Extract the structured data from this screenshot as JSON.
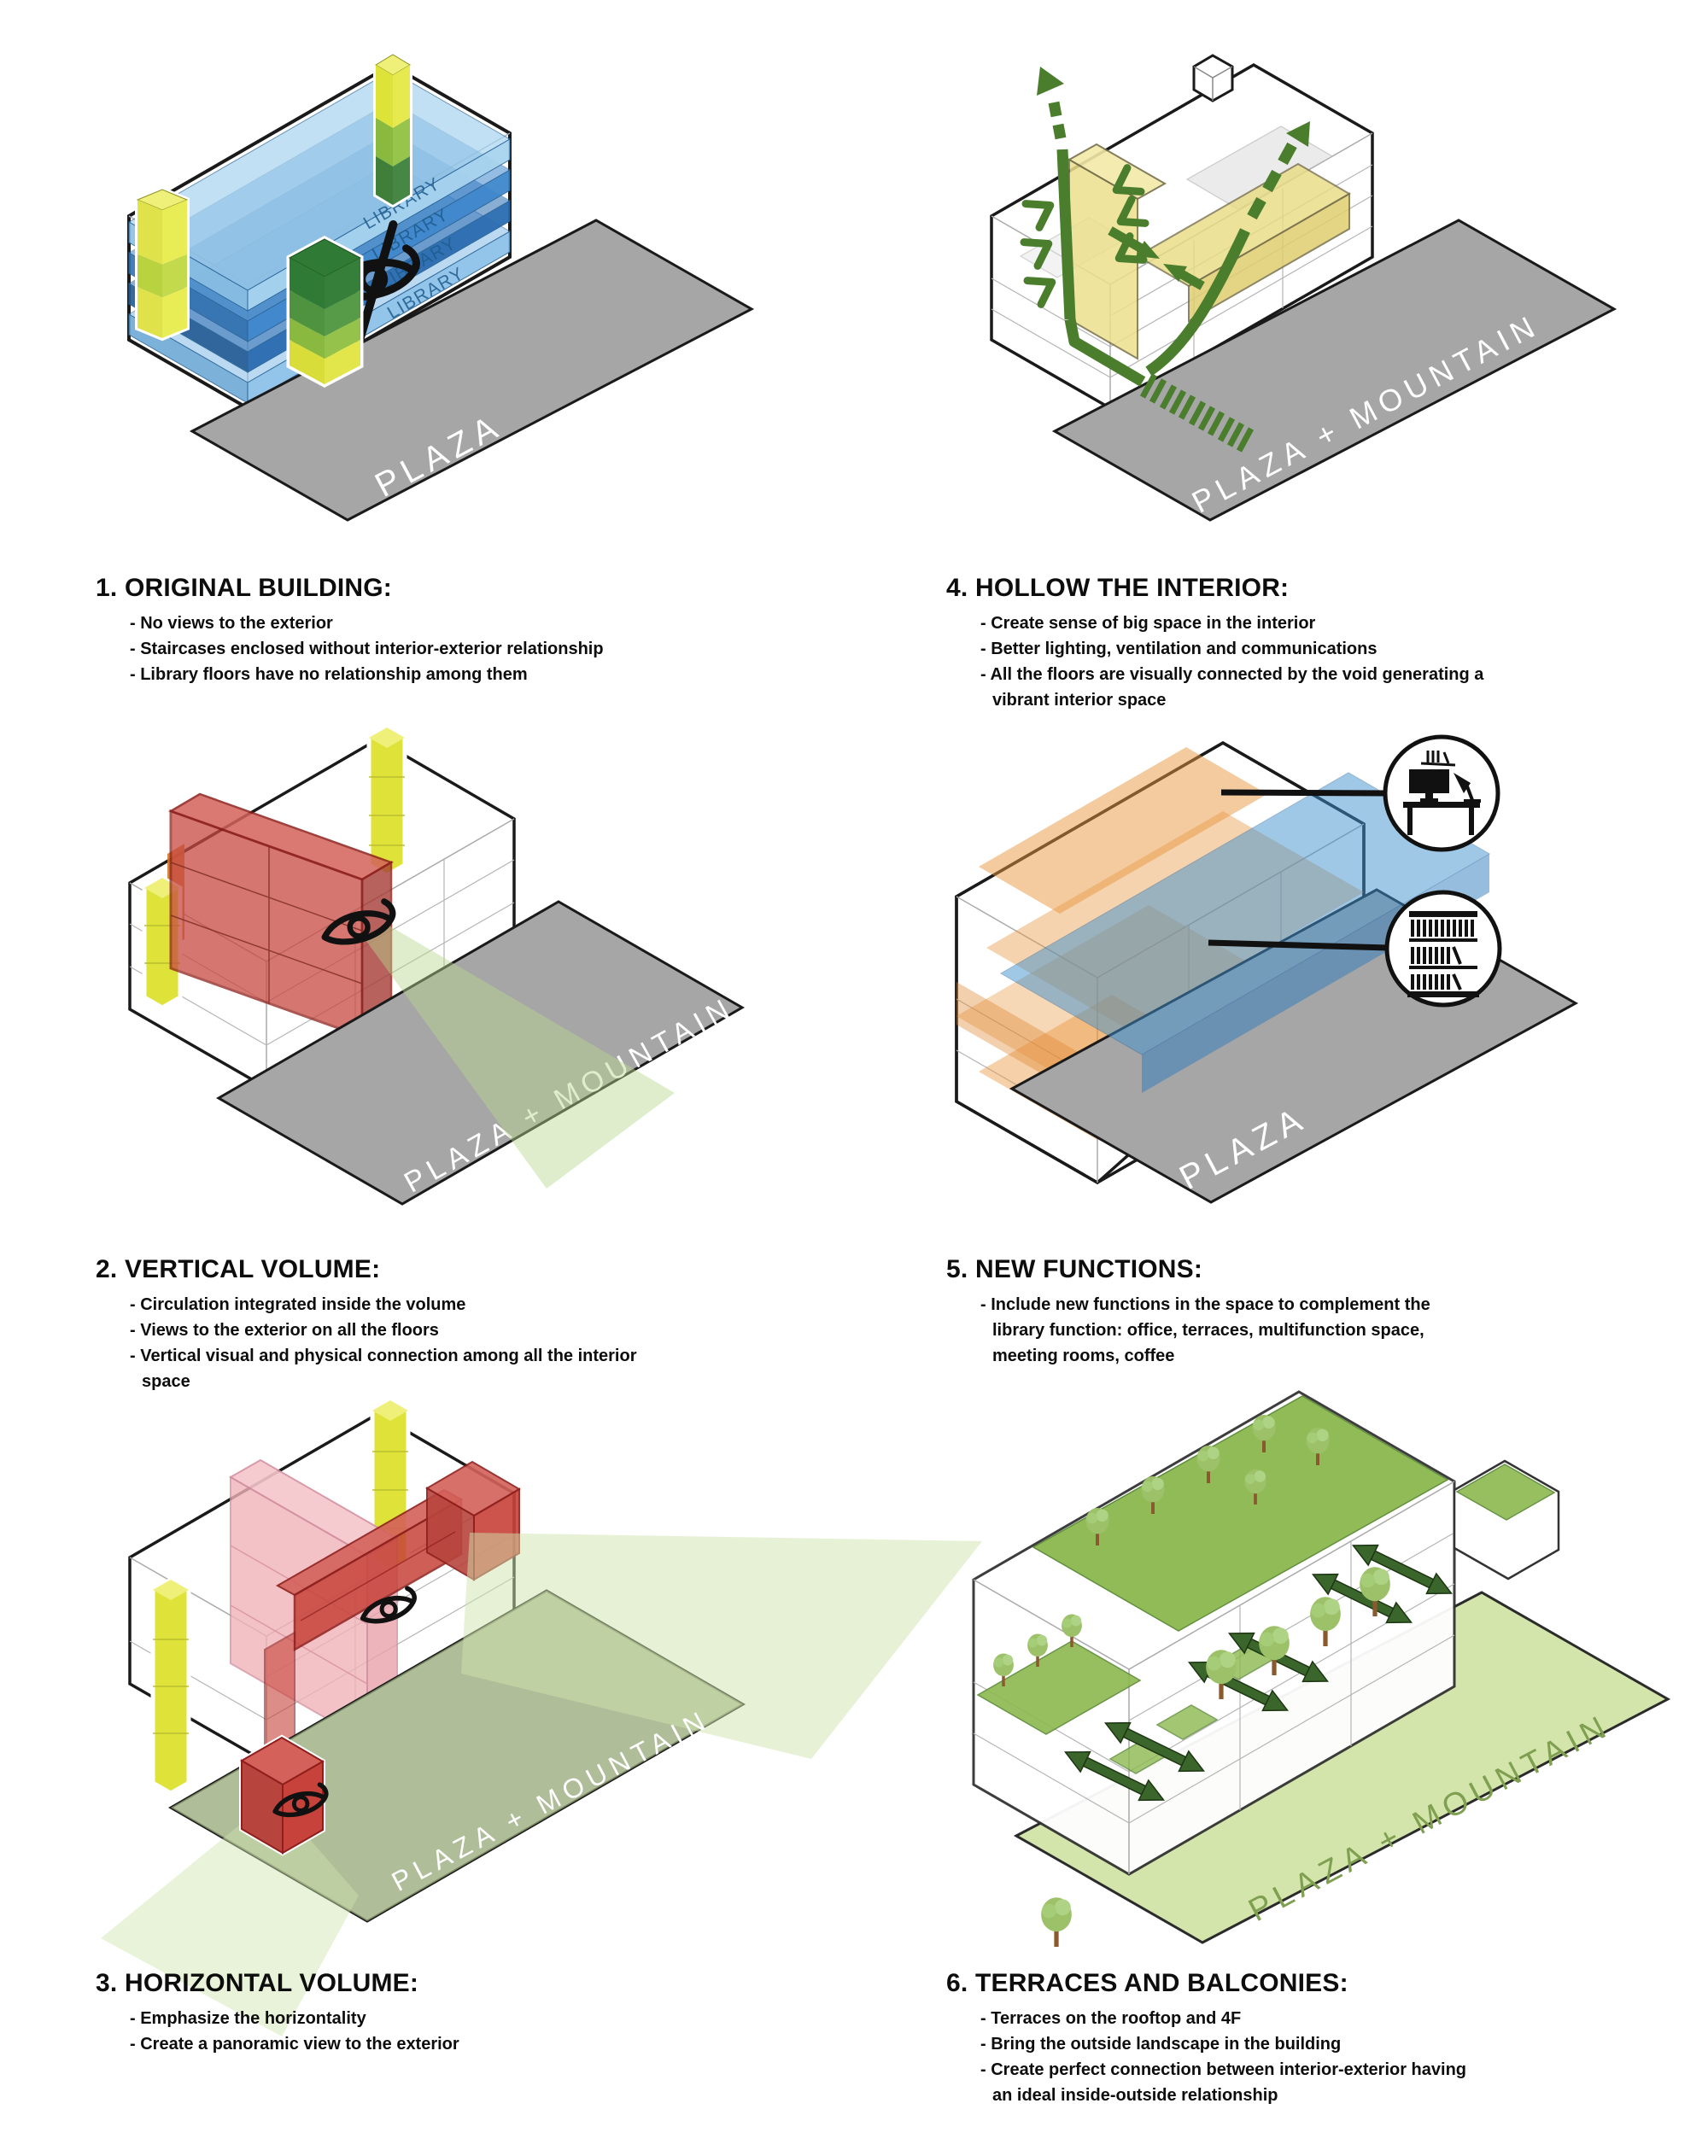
{
  "poster": {
    "type": "architectural concept diagram sequence",
    "steps_order_on_page": [
      "1 top-left",
      "4 top-right",
      "2 mid-left",
      "5 mid-right",
      "3 bottom-left",
      "6 bottom-right"
    ]
  },
  "panels": [
    {
      "title": "1. ORIGINAL BUILDING:",
      "lines": [
        "- No views to the exterior",
        "- Staircases enclosed without interior-exterior relationship",
        "- Library floors have no relationship among them"
      ],
      "plaza_label": "PLAZA"
    },
    {
      "title": "4. HOLLOW THE INTERIOR:",
      "lines": [
        "- Create sense of big space in the interior",
        "- Better lighting, ventilation and communications",
        "- All the floors are visually connected by the void generating a",
        "vibrant interior space"
      ],
      "plaza_label": "PLAZA + MOUNTAIN"
    },
    {
      "title": "2. VERTICAL VOLUME:",
      "lines": [
        "- Circulation integrated inside the volume",
        "- Views to the exterior on all the floors",
        "- Vertical visual and physical connection among all the interior",
        "space"
      ],
      "plaza_label": "PLAZA + MOUNTAIN"
    },
    {
      "title": "5. NEW FUNCTIONS:",
      "lines": [
        "- Include new functions in the space to complement the",
        "library function: office, terraces, multifunction space,",
        "meeting rooms, coffee"
      ],
      "plaza_label": "PLAZA"
    },
    {
      "title": "3. HORIZONTAL VOLUME:",
      "lines": [
        "- Emphasize the horizontality",
        "- Create a panoramic view to the exterior"
      ],
      "plaza_label": "PLAZA + MOUNTAIN"
    },
    {
      "title": "6. TERRACES AND BALCONIES:",
      "lines": [
        "- Terraces on the rooftop and 4F",
        "- Bring the outside landscape in the building",
        "- Create perfect connection between interior-exterior having",
        "an ideal inside-outside relationship"
      ],
      "plaza_label": "PLAZA + MOUNTAIN"
    }
  ],
  "floor_labels": [
    "LIBRARY",
    "LIBRARY",
    "LIBRARY",
    "LIBRARY"
  ],
  "icons": {
    "no_views": "eye-slash-icon",
    "views": "eye-icon",
    "office_callout": "desk-computer-lamp-icon",
    "library_callout": "bookshelf-icon",
    "greenery": "tree-icon",
    "circulation": "flow-arrow-icon",
    "inside_outside": "double-headed-arrow-icon"
  },
  "colors": {
    "library_floor_blues": [
      "#8ec1e8",
      "#2a6cb0",
      "#3f87cc",
      "#a8d4ef"
    ],
    "stair_yellow": "#dde339",
    "stair_green": "#3f7f3a",
    "volume_red": "#c7423a",
    "volume_pink": "#f0b3b8",
    "void_yellow": "#ece08c",
    "flow_green": "#4a7e2d",
    "function_orange": "#e8973f",
    "function_blue": "#4191cf",
    "terrace_green": "#8cb84e",
    "plaza_gray": "#a6a6a6",
    "plaza_light_green": "#d3e5ab",
    "view_cone_green": "#cfe4ad",
    "text_black": "#0d0d0d",
    "plaza_text_white": "#ffffff",
    "plaza_text_green": "#7fa050"
  }
}
